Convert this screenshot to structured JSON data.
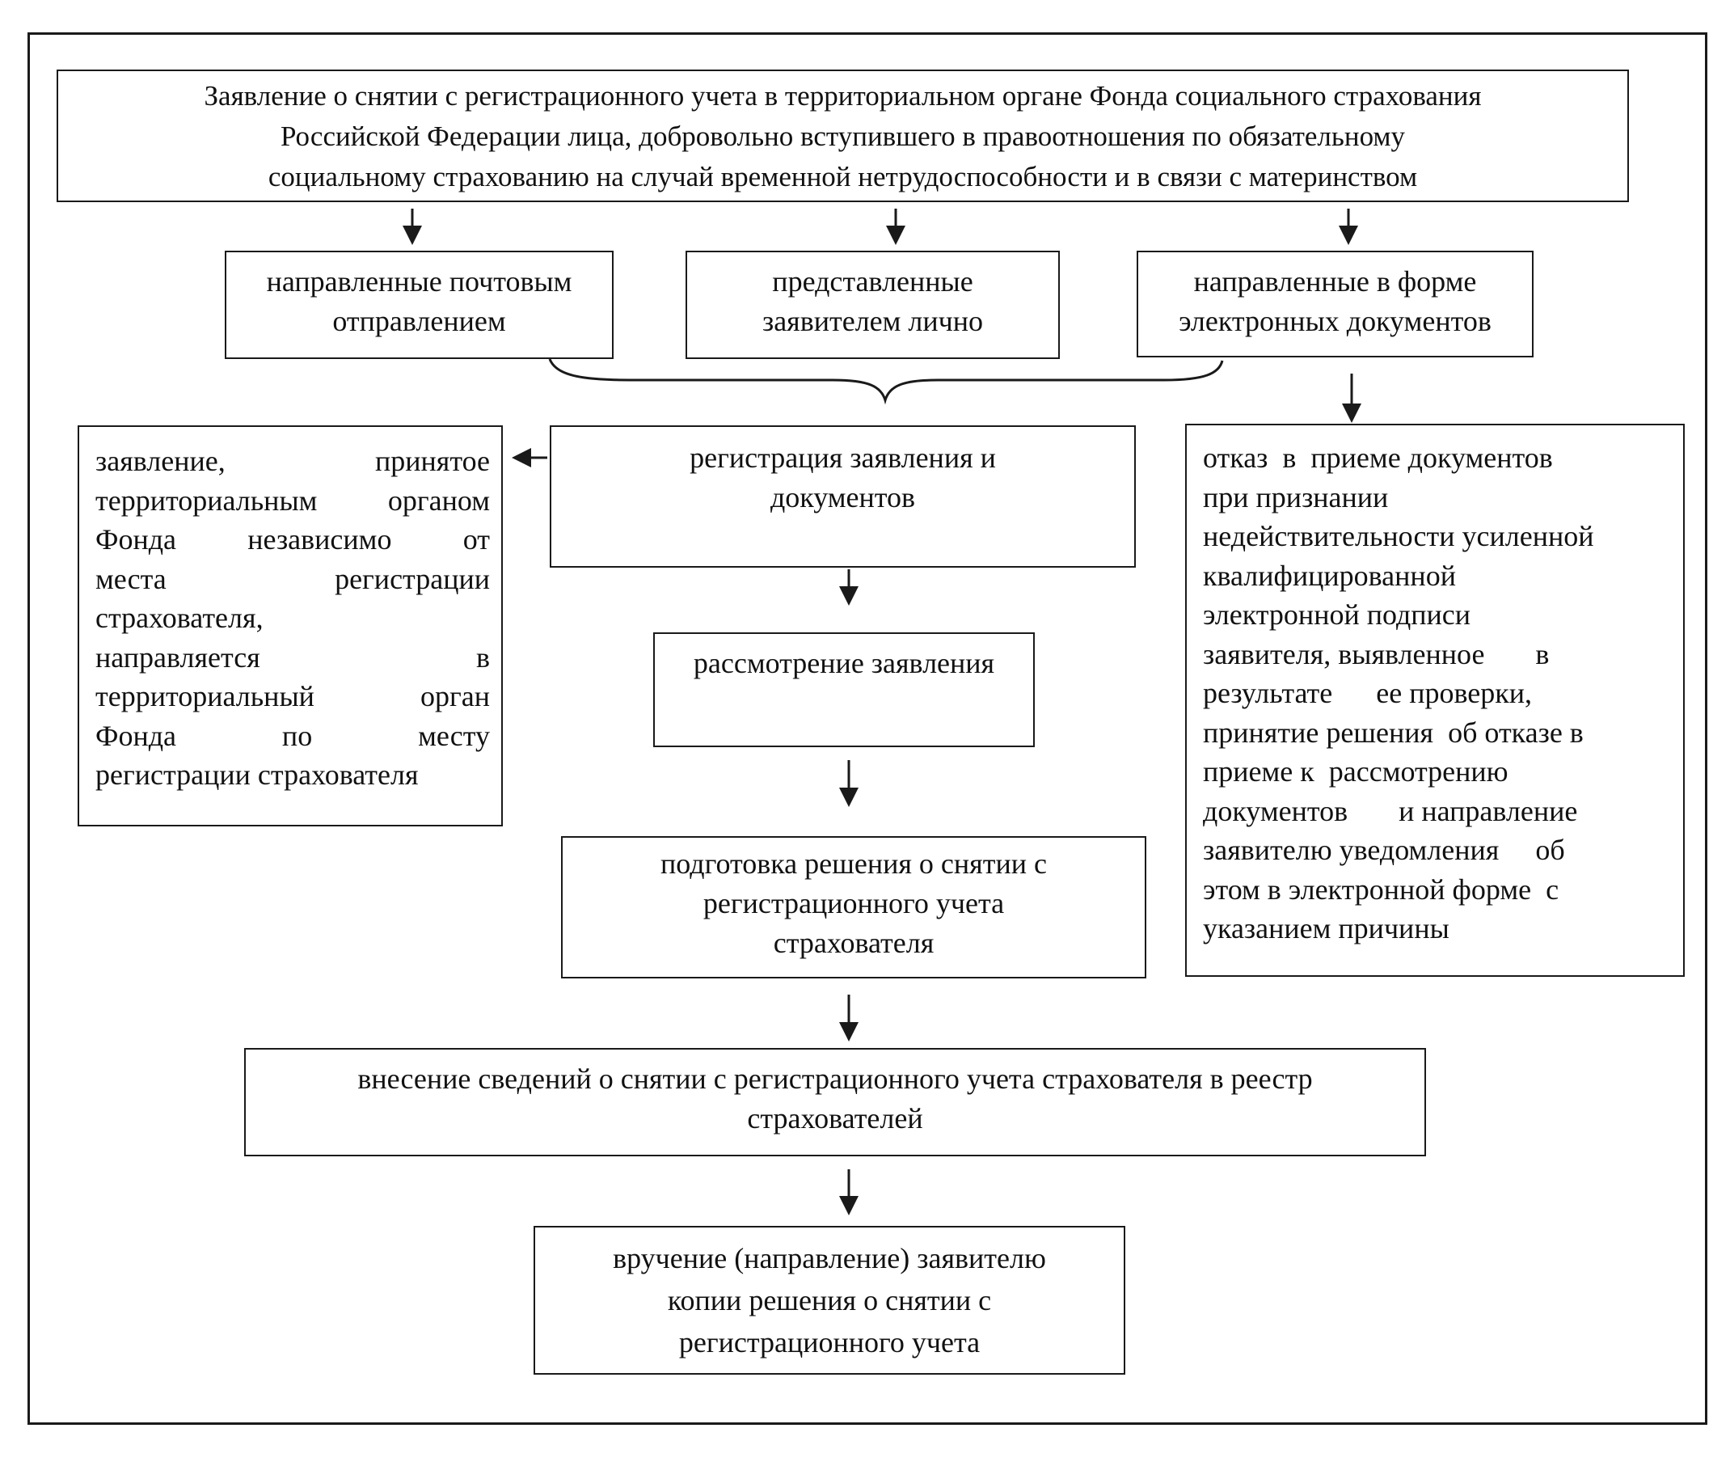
{
  "nodes": {
    "application": {
      "text": "Заявление о снятии с регистрационного учета в территориальном органе Фонда социального страхования\nРоссийской Федерации  лица, добровольно вступившего в правоотношения по обязательному\nсоциальному  страхованию на  случай временной нетрудоспособности и в связи с материнством"
    },
    "by_post": {
      "text": "направленные почтовым\nотправлением"
    },
    "in_person": {
      "text": "представленные\nзаявителем лично"
    },
    "electronic": {
      "text": "направленные в форме\nэлектронных документов"
    },
    "registration": {
      "text": "регистрация заявления и\nдокументов"
    },
    "accepted": {
      "lines": [
        [
          "заявление,",
          "принятое"
        ],
        [
          "территориальным",
          "органом"
        ],
        [
          "Фонда",
          "независимо",
          "от"
        ],
        [
          "места",
          "регистрации"
        ],
        [
          "страхователя,"
        ],
        [
          "направляется",
          "в"
        ],
        [
          "территориальный",
          "орган"
        ],
        [
          "Фонда",
          "по",
          "месту"
        ],
        [
          "регистрации страхователя"
        ]
      ]
    },
    "refusal": {
      "lines": [
        "отказ  в  приеме документов",
        "при признании",
        "недействительности усиленной",
        "квалифицированной",
        "электронной подписи",
        "заявителя, выявленное       в",
        "результате      ее проверки,",
        "принятие решения  об отказе в",
        "приеме к  рассмотрению",
        "документов       и направление",
        "заявителю уведомления     об",
        "этом в электронной форме  с",
        "указанием причины"
      ]
    },
    "review": {
      "text": "рассмотрение заявления"
    },
    "decision_prep": {
      "text": "подготовка решения о снятии с\nрегистрационного учета\nстрахователя"
    },
    "registry_entry": {
      "text": "внесение сведений о снятии с регистрационного учета страхователя в реестр\nстрахователей"
    },
    "delivery": {
      "text": "вручение (направление) заявителю\nкопии решения о снятии с\nрегистрационного учета"
    }
  },
  "colors": {
    "line": "#1a1a1a",
    "background": "#ffffff",
    "text": "#111111"
  }
}
